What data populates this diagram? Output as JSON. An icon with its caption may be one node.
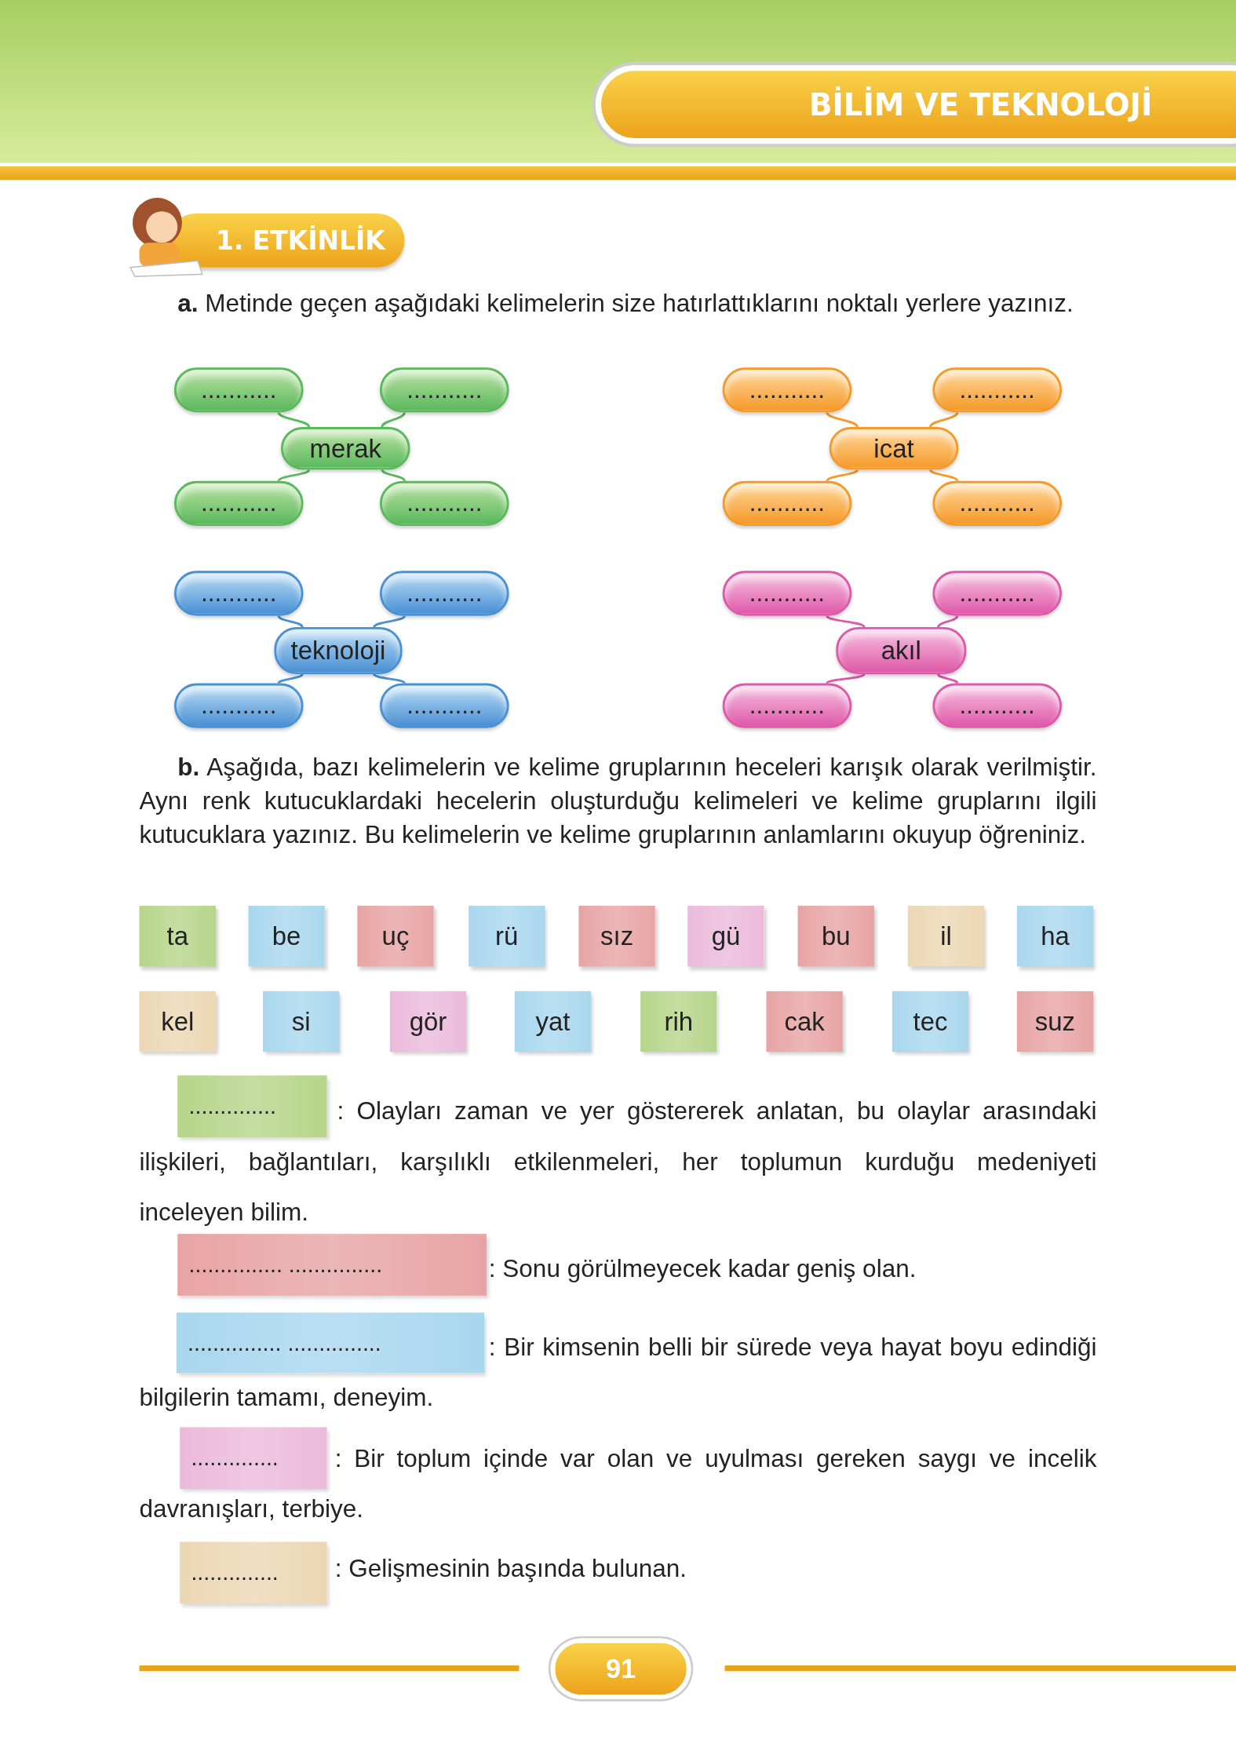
{
  "diagram": {
    "title": "BİLİM VE TEKNOLOJİ",
    "nodes": [
      {
        "text": [
          "1. ETKİNLİK"
        ]
      },
      {
        "text": [
          "merak"
        ]
      },
      {
        "text": [
          "..........."
        ]
      },
      {
        "text": [
          "..........."
        ]
      },
      {
        "text": [
          "..........."
        ]
      },
      {
        "text": [
          "..........."
        ]
      },
      {
        "text": [
          "icat"
        ]
      },
      {
        "text": [
          "..........."
        ]
      },
      {
        "text": [
          "..........."
        ]
      },
      {
        "text": [
          "..........."
        ]
      },
      {
        "text": [
          "..........."
        ]
      },
      {
        "text": [
          "teknoloji"
        ]
      },
      {
        "text": [
          "..........."
        ]
      },
      {
        "text": [
          "..........."
        ]
      },
      {
        "text": [
          "..........."
        ]
      },
      {
        "text": [
          "..........."
        ]
      },
      {
        "text": [
          "akıl"
        ]
      },
      {
        "text": [
          "..........."
        ]
      },
      {
        "text": [
          "..........."
        ]
      },
      {
        "text": [
          "..........."
        ]
      },
      {
        "text": [
          "..........."
        ]
      },
      {
        "text": [
          "ta"
        ]
      },
      {
        "text": [
          "be"
        ]
      },
      {
        "text": [
          "uç"
        ]
      },
      {
        "text": [
          "rü"
        ]
      },
      {
        "text": [
          "sız"
        ]
      },
      {
        "text": [
          "gü"
        ]
      },
      {
        "text": [
          "bu"
        ]
      },
      {
        "text": [
          "il"
        ]
      },
      {
        "text": [
          "ha"
        ]
      },
      {
        "text": [
          "kel"
        ]
      },
      {
        "text": [
          "si"
        ]
      },
      {
        "text": [
          "gör"
        ]
      },
      {
        "text": [
          "yat"
        ]
      },
      {
        "text": [
          "rih"
        ]
      },
      {
        "text": [
          "cak"
        ]
      },
      {
        "text": [
          "tec"
        ]
      },
      {
        "text": [
          "suz"
        ]
      },
      {
        "text": [
          ".............."
        ],
        "beside": [
          ": Olayları zaman ve yer göstererek anlatan, bu olaylar arasındaki ilişkileri, bağlantıları, karşılıklı etkilenmeleri, her toplumun kurduğu medeniyeti inceleyen bilim."
        ]
      },
      {
        "text": [
          "............... ..............."
        ],
        "beside": [
          ": Sonu görülmeyecek kadar geniş olan."
        ]
      },
      {
        "text": [
          "............... ..............."
        ],
        "beside": [
          ": Bir kimsenin belli bir sürede veya hayat boyu edindiği bilgilerin tamamı, deneyim."
        ]
      },
      {
        "text": [
          ".............."
        ],
        "beside": [
          ": Bir toplum içinde var olan ve uyulması gereken saygı ve incelik davranışları, terbiye."
        ]
      },
      {
        "text": [
          ".............."
        ],
        "beside": [
          ": Gelişmesinin başında bulunan."
        ]
      },
      {
        "text": [
          "91"
        ]
      }
    ],
    "edges": [
      {
        "from": 1,
        "to": 2,
        "arrow": "none",
        "color": "#5bb85c"
      },
      {
        "from": 1,
        "to": 3,
        "arrow": "none",
        "color": "#5bb85c"
      },
      {
        "from": 1,
        "to": 4,
        "arrow": "none",
        "color": "#5bb85c"
      },
      {
        "from": 1,
        "to": 5,
        "arrow": "none",
        "color": "#5bb85c"
      },
      {
        "from": 6,
        "to": 7,
        "arrow": "none",
        "color": "#f59a2a"
      },
      {
        "from": 6,
        "to": 8,
        "arrow": "none",
        "color": "#f59a2a"
      },
      {
        "from": 6,
        "to": 9,
        "arrow": "none",
        "color": "#f59a2a"
      },
      {
        "from": 6,
        "to": 10,
        "arrow": "none",
        "color": "#f59a2a"
      },
      {
        "from": 11,
        "to": 12,
        "arrow": "none",
        "color": "#4a90d4"
      },
      {
        "from": 11,
        "to": 13,
        "arrow": "none",
        "color": "#4a90d4"
      },
      {
        "from": 11,
        "to": 14,
        "arrow": "none",
        "color": "#4a90d4"
      },
      {
        "from": 11,
        "to": 15,
        "arrow": "none",
        "color": "#4a90d4"
      },
      {
        "from": 16,
        "to": 17,
        "arrow": "none",
        "color": "#de5aa9"
      },
      {
        "from": 16,
        "to": 18,
        "arrow": "none",
        "color": "#de5aa9"
      },
      {
        "from": 16,
        "to": 19,
        "arrow": "none",
        "color": "#de5aa9"
      },
      {
        "from": 16,
        "to": 20,
        "arrow": "none",
        "color": "#de5aa9"
      }
    ],
    "labels": [
      "**a.** Metinde geçen aşağıdaki kelimelerin size hatırlattıklarını noktalı yerlere yazınız.",
      "**b.** Aşağıda, bazı kelimelerin ve kelime gruplarının heceleri karışık olarak verilmiştir. Aynı renk kutucuklardaki hecelerin oluşturduğu kelimeleri ve kelime gruplarını ilgili kutucuklara yazınız. Bu kelimelerin ve kelime gruplarının anlamlarını okuyup öğreniniz."
    ]
  }
}
